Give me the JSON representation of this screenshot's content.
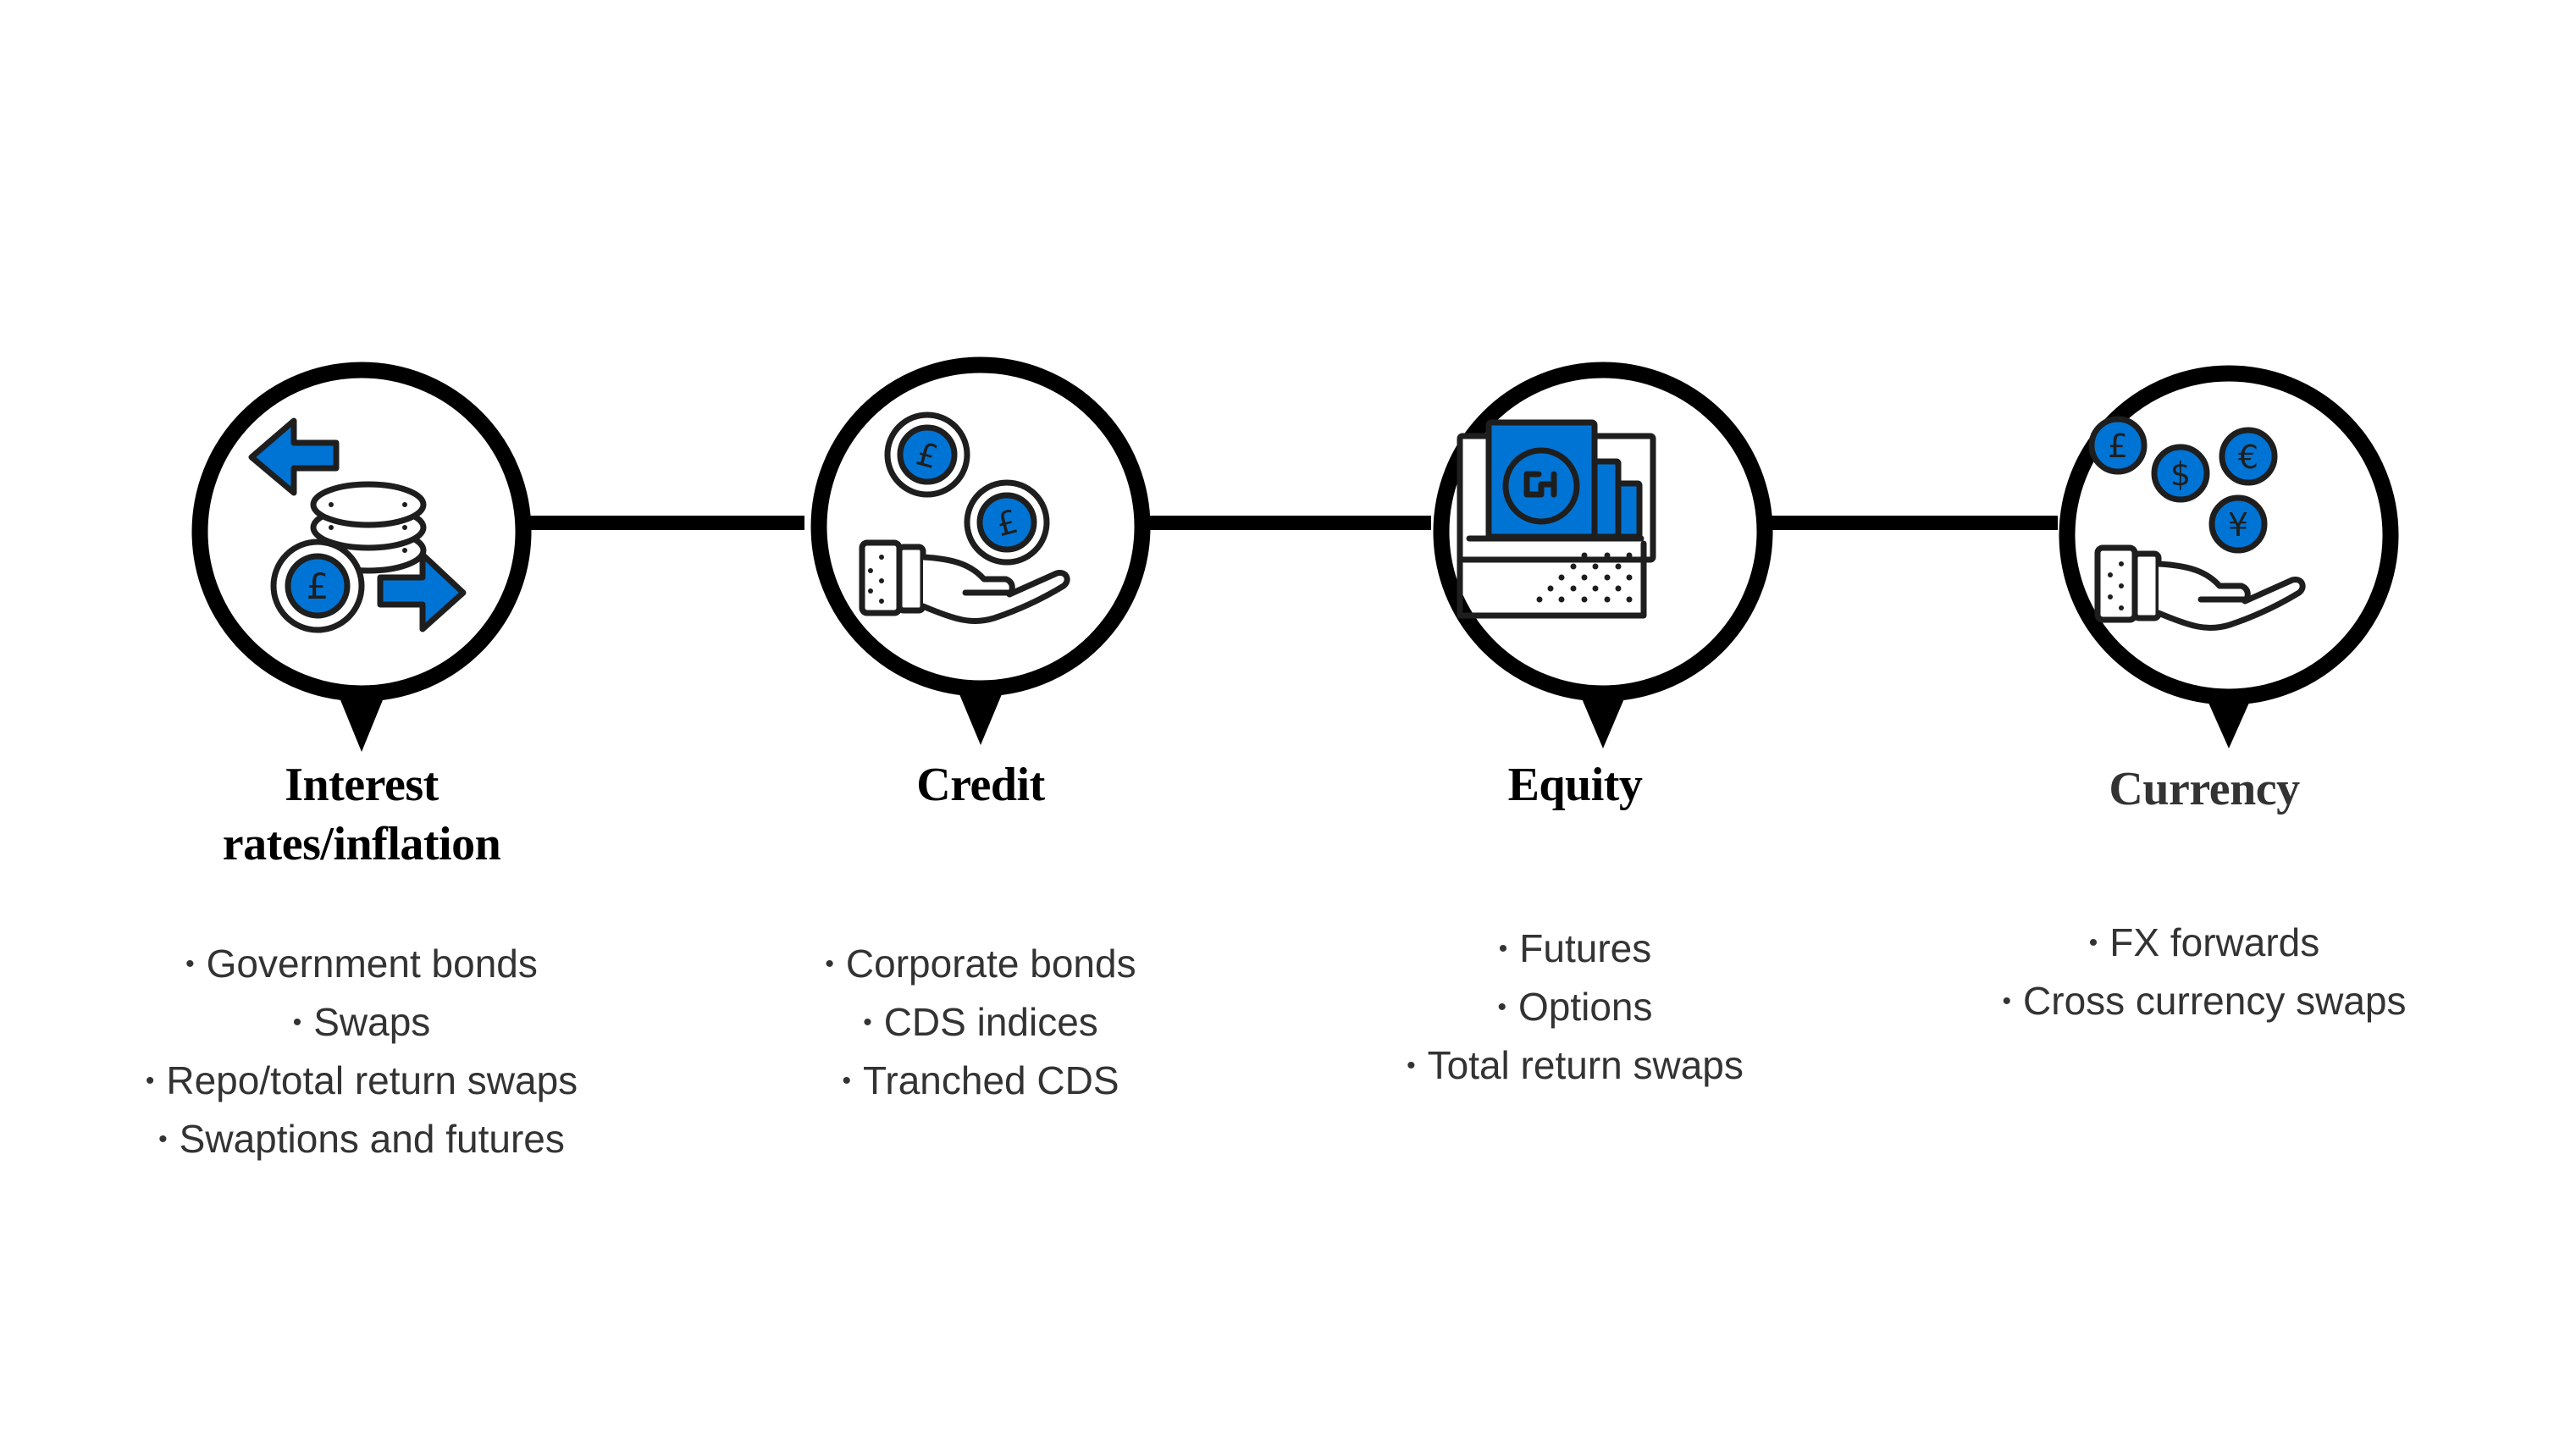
{
  "colors": {
    "accent_blue": "#0074D4",
    "outline": "#1E1E1E",
    "ring": "#000000",
    "heading_text": "#000000",
    "body_text": "#333333"
  },
  "categories": [
    {
      "id": "interest",
      "heading_line1": "Interest",
      "heading_line2": "rates/inflation",
      "icon": "coin-stack-exchange-arrows-icon",
      "items": [
        "Government bonds",
        "Swaps",
        "Repo/total return swaps",
        "Swaptions and futures"
      ]
    },
    {
      "id": "credit",
      "heading_line1": "Credit",
      "icon": "hand-receiving-pound-coins-icon",
      "items": [
        "Corporate bonds",
        "CDS indices",
        "Tranched CDS"
      ]
    },
    {
      "id": "equity",
      "heading_line1": "Equity",
      "icon": "share-certificates-folder-icon",
      "items": [
        "Futures",
        "Options",
        "Total return swaps"
      ]
    },
    {
      "id": "currency",
      "heading_line1": "Currency",
      "icon": "hand-receiving-multi-currency-coins-icon",
      "items": [
        "FX forwards",
        "Cross currency swaps"
      ]
    }
  ],
  "bullet": "•",
  "coin_symbols": {
    "pound": "£",
    "dollar": "$",
    "euro": "€",
    "yen": "¥"
  }
}
